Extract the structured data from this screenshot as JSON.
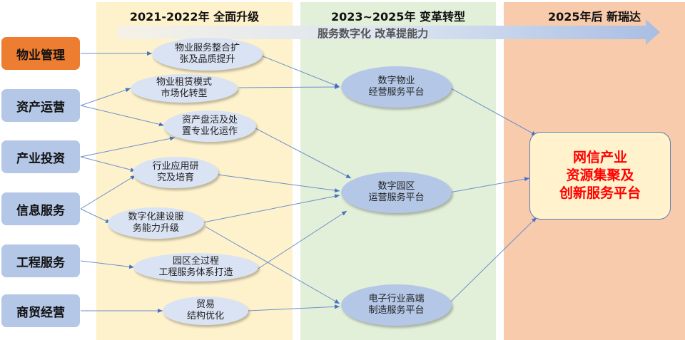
{
  "phases": [
    {
      "title": "2021-2022年  全面升级",
      "color": "#FEF2CC"
    },
    {
      "title": "2023~2025年  变革转型",
      "color": "#E2EFD9"
    },
    {
      "title": "2025年后 新瑞达",
      "color": "#F8CBAD"
    }
  ],
  "banner": "服务数字化 改革提能力",
  "sources": [
    "物业管理",
    "资产运营",
    "产业投资",
    "信息服务",
    "工程服务",
    "商贸经营"
  ],
  "initiatives": [
    [
      "物业服务整合扩",
      "张及品质提升"
    ],
    [
      "物业租赁模式",
      "市场化转型"
    ],
    [
      "资产盘活及处",
      "置专业化运作"
    ],
    [
      "行业应用研",
      "究及培育"
    ],
    [
      "数字化建设服",
      "务能力升级"
    ],
    [
      "园区全过程",
      "工程服务体系打造"
    ],
    [
      "贸易",
      "结构优化"
    ]
  ],
  "platforms": [
    [
      "数字物业",
      "经营服务平台"
    ],
    [
      "数字园区",
      "运营服务平台"
    ],
    [
      "电子行业高端",
      "制造服务平台"
    ]
  ],
  "final": [
    "网信产业",
    "资源集聚及",
    "创新服务平台"
  ],
  "colors": {
    "active": "#ED7D31",
    "source": "#B4C7E7",
    "arrow": "#4472C4",
    "final_text": "#FF0000"
  }
}
